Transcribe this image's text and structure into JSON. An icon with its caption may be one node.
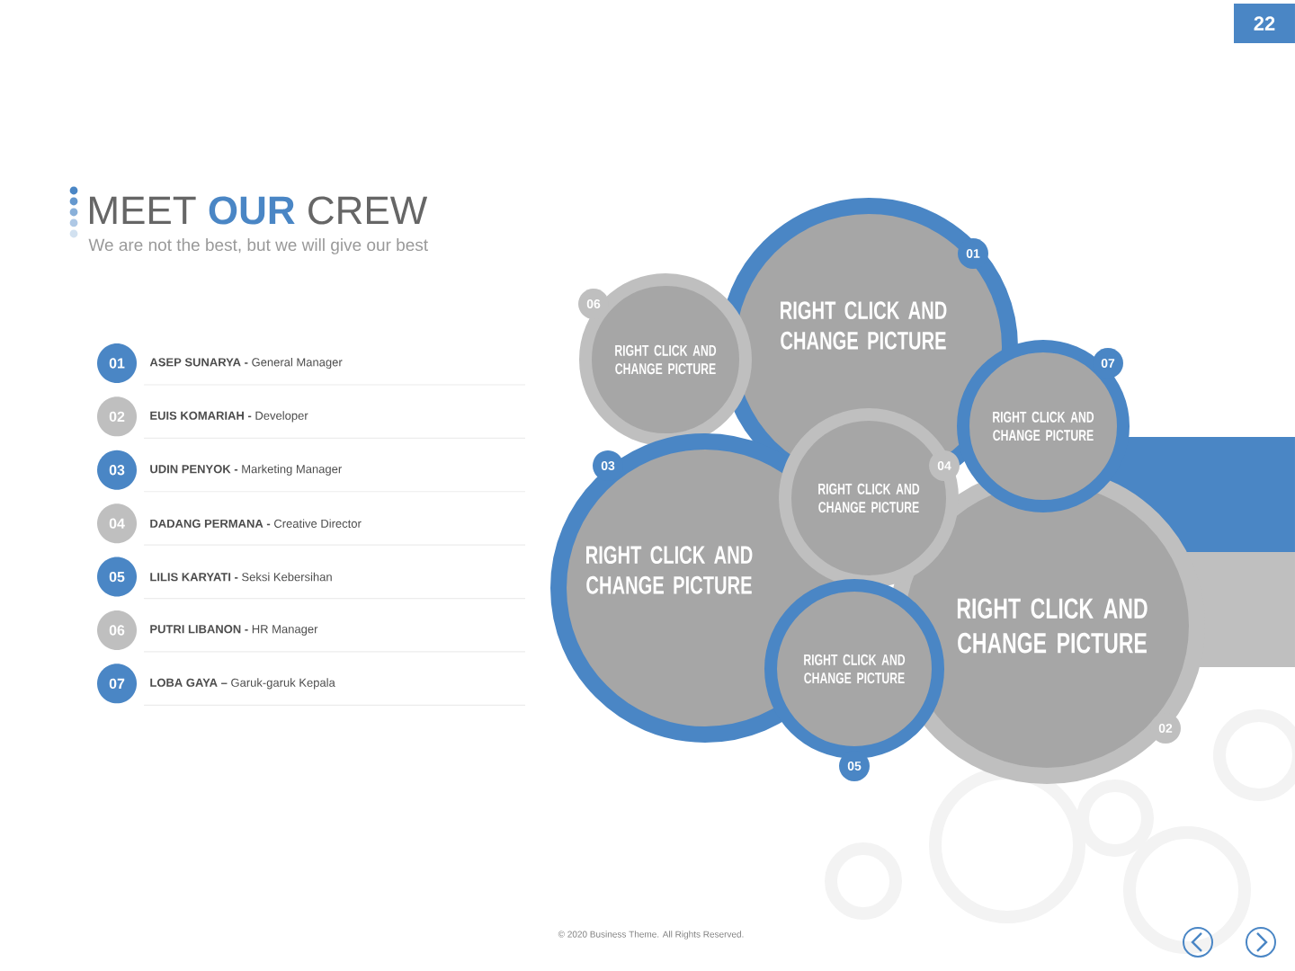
{
  "diagram": {
    "title": "MEET **OUR** CREW",
    "nodes": [
      {
        "text": [
          "22"
        ]
      },
      {
        "text": [
          "06",
          "RIGHT CLICK AND CHANGE PICTURE"
        ]
      },
      {
        "text": [
          "01",
          "RIGHT CLICK AND CHANGE PICTURE"
        ]
      },
      {
        "text": [
          "07",
          "RIGHT CLICK AND CHANGE PICTURE"
        ]
      },
      {
        "text": [
          "04",
          "RIGHT CLICK AND CHANGE PICTURE"
        ]
      },
      {
        "text": [
          "03",
          "RIGHT CLICK AND CHANGE PICTURE"
        ]
      },
      {
        "text": [
          "RIGHT CLICK AND CHANGE PICTURE",
          "05"
        ]
      },
      {
        "text": [
          "RIGHT CLICK AND CHANGE PICTURE",
          "02"
        ]
      },
      {
        "text": [
          "01"
        ],
        "beside": [
          "**ASEP SUNARYA -** General Manager"
        ]
      },
      {
        "text": [
          "02"
        ],
        "beside": [
          "**EUIS KOMARIAH -** Developer"
        ]
      },
      {
        "text": [
          "03"
        ],
        "beside": [
          "**UDIN PENYOK -** Marketing Manager"
        ]
      },
      {
        "text": [
          "04"
        ],
        "beside": [
          "**DADANG PERMANA -** Creative Director"
        ]
      },
      {
        "text": [
          "05"
        ],
        "beside": [
          "**LILIS KARYATI -** Seksi Kebersihan"
        ]
      },
      {
        "text": [
          "06"
        ],
        "beside": [
          "**PUTRI LIBANON -** HR Manager"
        ]
      },
      {
        "text": [
          "07"
        ],
        "beside": [
          "**LOBA GAYA –** Garuk-garuk Kepala"
        ]
      }
    ],
    "labels": [
      "We are not the best, but we will give our best",
      "© 2020 Business Theme. All Rights Reserved."
    ]
  }
}
